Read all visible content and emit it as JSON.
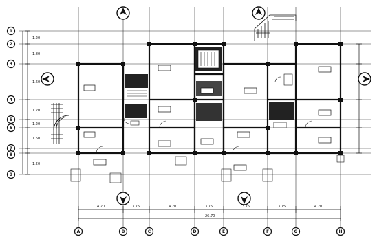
{
  "row_axes": [
    {
      "label": "1"
    },
    {
      "label": "2"
    },
    {
      "label": "3"
    },
    {
      "label": "4"
    },
    {
      "label": "5"
    },
    {
      "label": "6"
    },
    {
      "label": "7"
    },
    {
      "label": "8"
    },
    {
      "label": "9"
    }
  ],
  "col_axes": [
    {
      "label": "A"
    },
    {
      "label": "B"
    },
    {
      "label": "C"
    },
    {
      "label": "D"
    },
    {
      "label": "E"
    },
    {
      "label": "F"
    },
    {
      "label": "G"
    },
    {
      "label": "H"
    }
  ],
  "vertical_dimensions": [
    "1.20",
    "1.80",
    "1.60",
    "1.20",
    "1.20",
    "1.60",
    "1.20"
  ],
  "bottom_dimensions": [
    "4.20",
    "3.75",
    "4.20",
    "3.75",
    "3.75",
    "3.75",
    "4.20"
  ],
  "overall_dimension": "26.70",
  "colors": {
    "line": "#111111",
    "background": "#ffffff"
  },
  "icons": [
    "compass-north-icon",
    "compass-east-icon",
    "compass-south-icon",
    "stair-icon"
  ]
}
